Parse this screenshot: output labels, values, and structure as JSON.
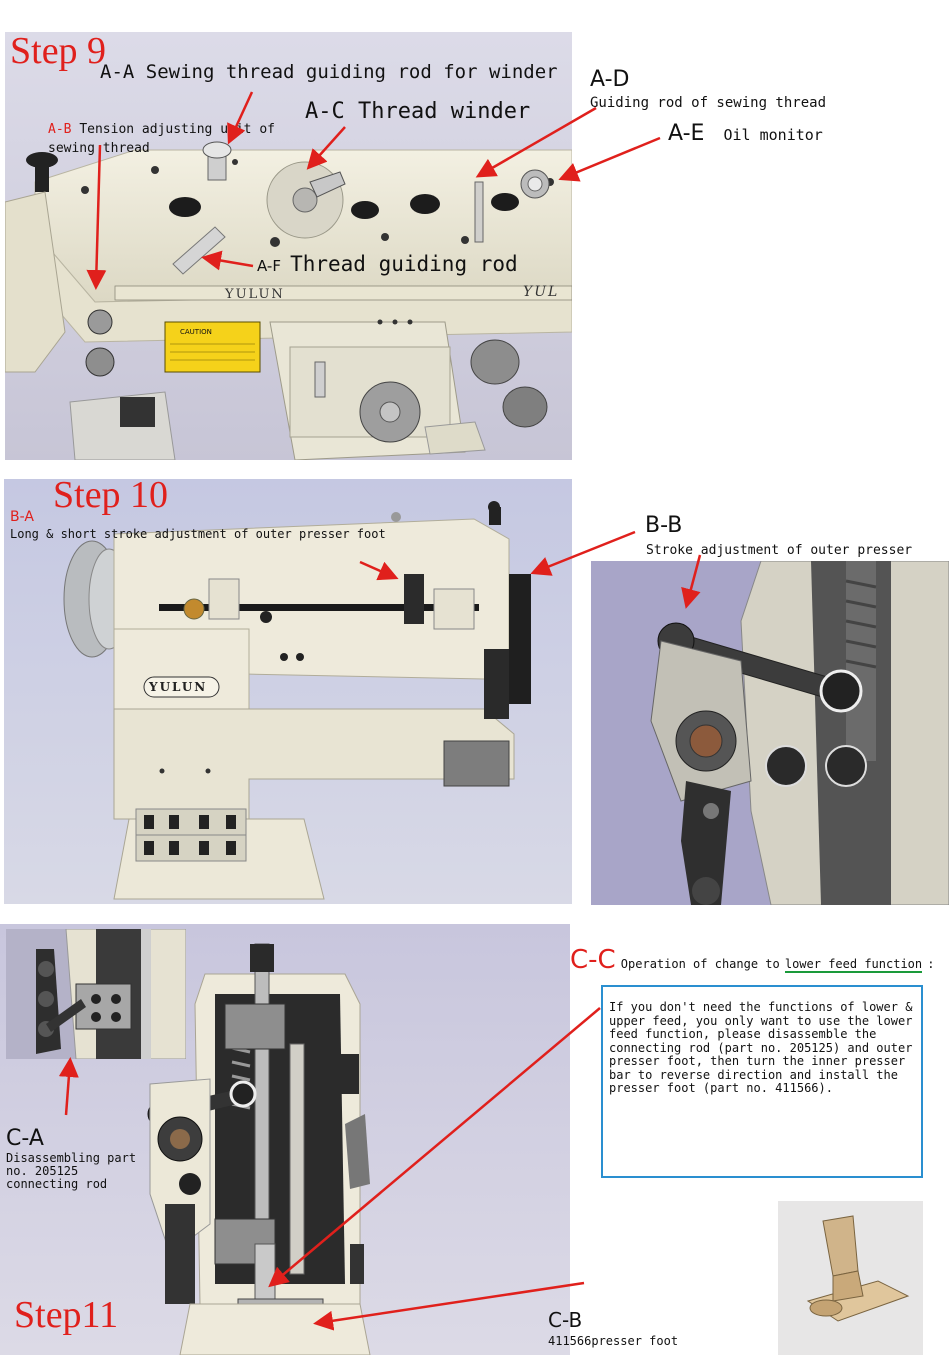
{
  "step9": {
    "title": "Step 9",
    "aa_code": "A-A",
    "aa_text": "Sewing thread guiding rod for winder",
    "ab_code": "A-B",
    "ab_text_1": "Tension adjusting unit of",
    "ab_text_2": "sewing thread",
    "ac_code": "A-C",
    "ac_text": "Thread winder",
    "ad_code": "A-D",
    "ad_text": "Guiding rod of sewing thread",
    "ae_code": "A-E",
    "ae_text": "Oil monitor",
    "af_code": "A-F",
    "af_text": "Thread guiding rod",
    "brand": "YULUN",
    "brand_partial": "YUL",
    "caution": "CAUTION"
  },
  "step10": {
    "title": "Step 10",
    "ba_code": "B-A",
    "ba_text": "Long & short stroke adjustment of outer presser foot",
    "bb_code": "B-B",
    "bb_text": "Stroke adjustment of outer presser",
    "brand": "YULUN"
  },
  "step11": {
    "title": "Step11",
    "ca_code": "C-A",
    "ca_text_1": "Disassembling part",
    "ca_text_2": "no. 205125",
    "ca_text_3": "connecting rod",
    "cb_code": "C-B",
    "cb_text": "411566presser foot",
    "cc_code": "C-C",
    "cc_text_before": "Operation of change to",
    "cc_text_link": "lower feed function",
    "cc_text_after": ":",
    "note": "If you don't need the functions of lower & upper feed, you only want to use the lower feed function, please disassemble the connecting rod (part no. 205125) and outer presser foot, then turn the inner presser bar to reverse direction and install the presser foot (part no. 411566)."
  },
  "colors": {
    "accent_red": "#e0201c",
    "note_border": "#2a8fd0",
    "link_underline": "#1a9a3a",
    "machine_cream": "#eeeadb",
    "bg_lavender": "#c9c7dc"
  }
}
